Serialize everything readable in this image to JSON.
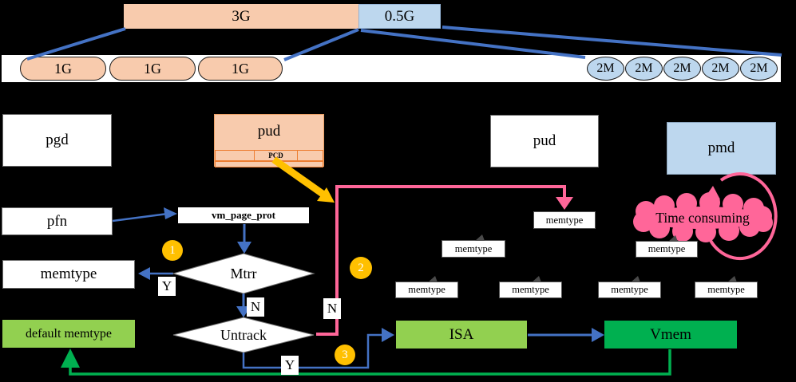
{
  "colors": {
    "accent_blue": "#4472C4",
    "peach": "#F8CBAD",
    "light_blue": "#BDD7EE",
    "pink": "#FF6699",
    "gold": "#FFC000",
    "light_green": "#92D050",
    "dark_green": "#00B050",
    "orange_border": "#ED7D31"
  },
  "memory_map": {
    "region_3g": "3G",
    "region_05g": "0.5G",
    "gig_pages": [
      "1G",
      "1G",
      "1G"
    ],
    "meg_pages": [
      "2M",
      "2M",
      "2M",
      "2M",
      "2M"
    ]
  },
  "page_tables": {
    "pgd": "pgd",
    "pud_left": "pud",
    "pcd_bit": "PCD",
    "pud_right": "pud",
    "pmd": "pmd"
  },
  "flow": {
    "pfn": "pfn",
    "vm_page_prot": "vm_page_prot",
    "mtrr": "Mtrr",
    "untrack": "Untrack",
    "memtype": "memtype",
    "default_memtype": "default memtype",
    "isa": "ISA",
    "vmem": "Vmem",
    "labels": {
      "mtrr_yes": "Y",
      "mtrr_no": "N",
      "untrack_no": "N",
      "untrack_yes": "Y"
    },
    "steps": [
      "1",
      "2",
      "3"
    ]
  },
  "annotations": {
    "time_consuming": "Time consuming",
    "memtype_tags": [
      "memtype",
      "memtype",
      "memtype",
      "memtype",
      "memtype",
      "memtype",
      "memtype"
    ]
  }
}
